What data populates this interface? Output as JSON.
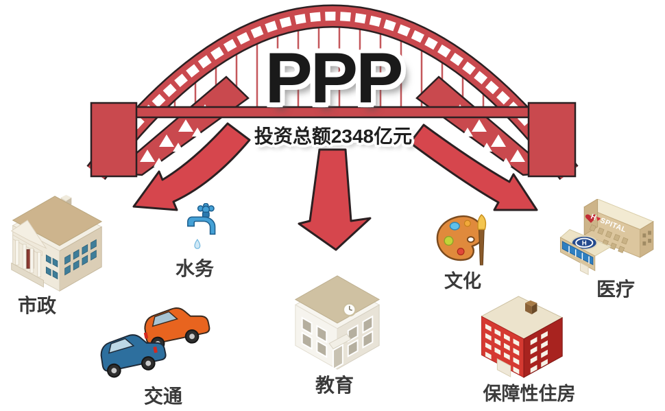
{
  "title": "PPP",
  "subtitle": "投资总额2348亿元",
  "sectors": [
    {
      "id": "municipal",
      "label": "市政",
      "icon": "government-building-icon"
    },
    {
      "id": "water",
      "label": "水务",
      "icon": "faucet-icon"
    },
    {
      "id": "transport",
      "label": "交通",
      "icon": "cars-icon"
    },
    {
      "id": "education",
      "label": "教育",
      "icon": "school-building-icon"
    },
    {
      "id": "culture",
      "label": "文化",
      "icon": "palette-brush-icon"
    },
    {
      "id": "housing",
      "label": "保障性住房",
      "icon": "apartment-building-icon"
    },
    {
      "id": "medical",
      "label": "医疗",
      "icon": "hospital-building-icon"
    }
  ],
  "medical_sign": {
    "pre": "H",
    "heart": "♥",
    "post": "SPITAL"
  },
  "helipad_letter": "H",
  "colors": {
    "bridge_red": "#c9494e",
    "arrow_red": "#d6464d",
    "outline_dark": "#2b2022",
    "title_color": "#1a1a1a",
    "subtitle_color": "#1f1f1f",
    "label_color": "#3a3a3a"
  }
}
